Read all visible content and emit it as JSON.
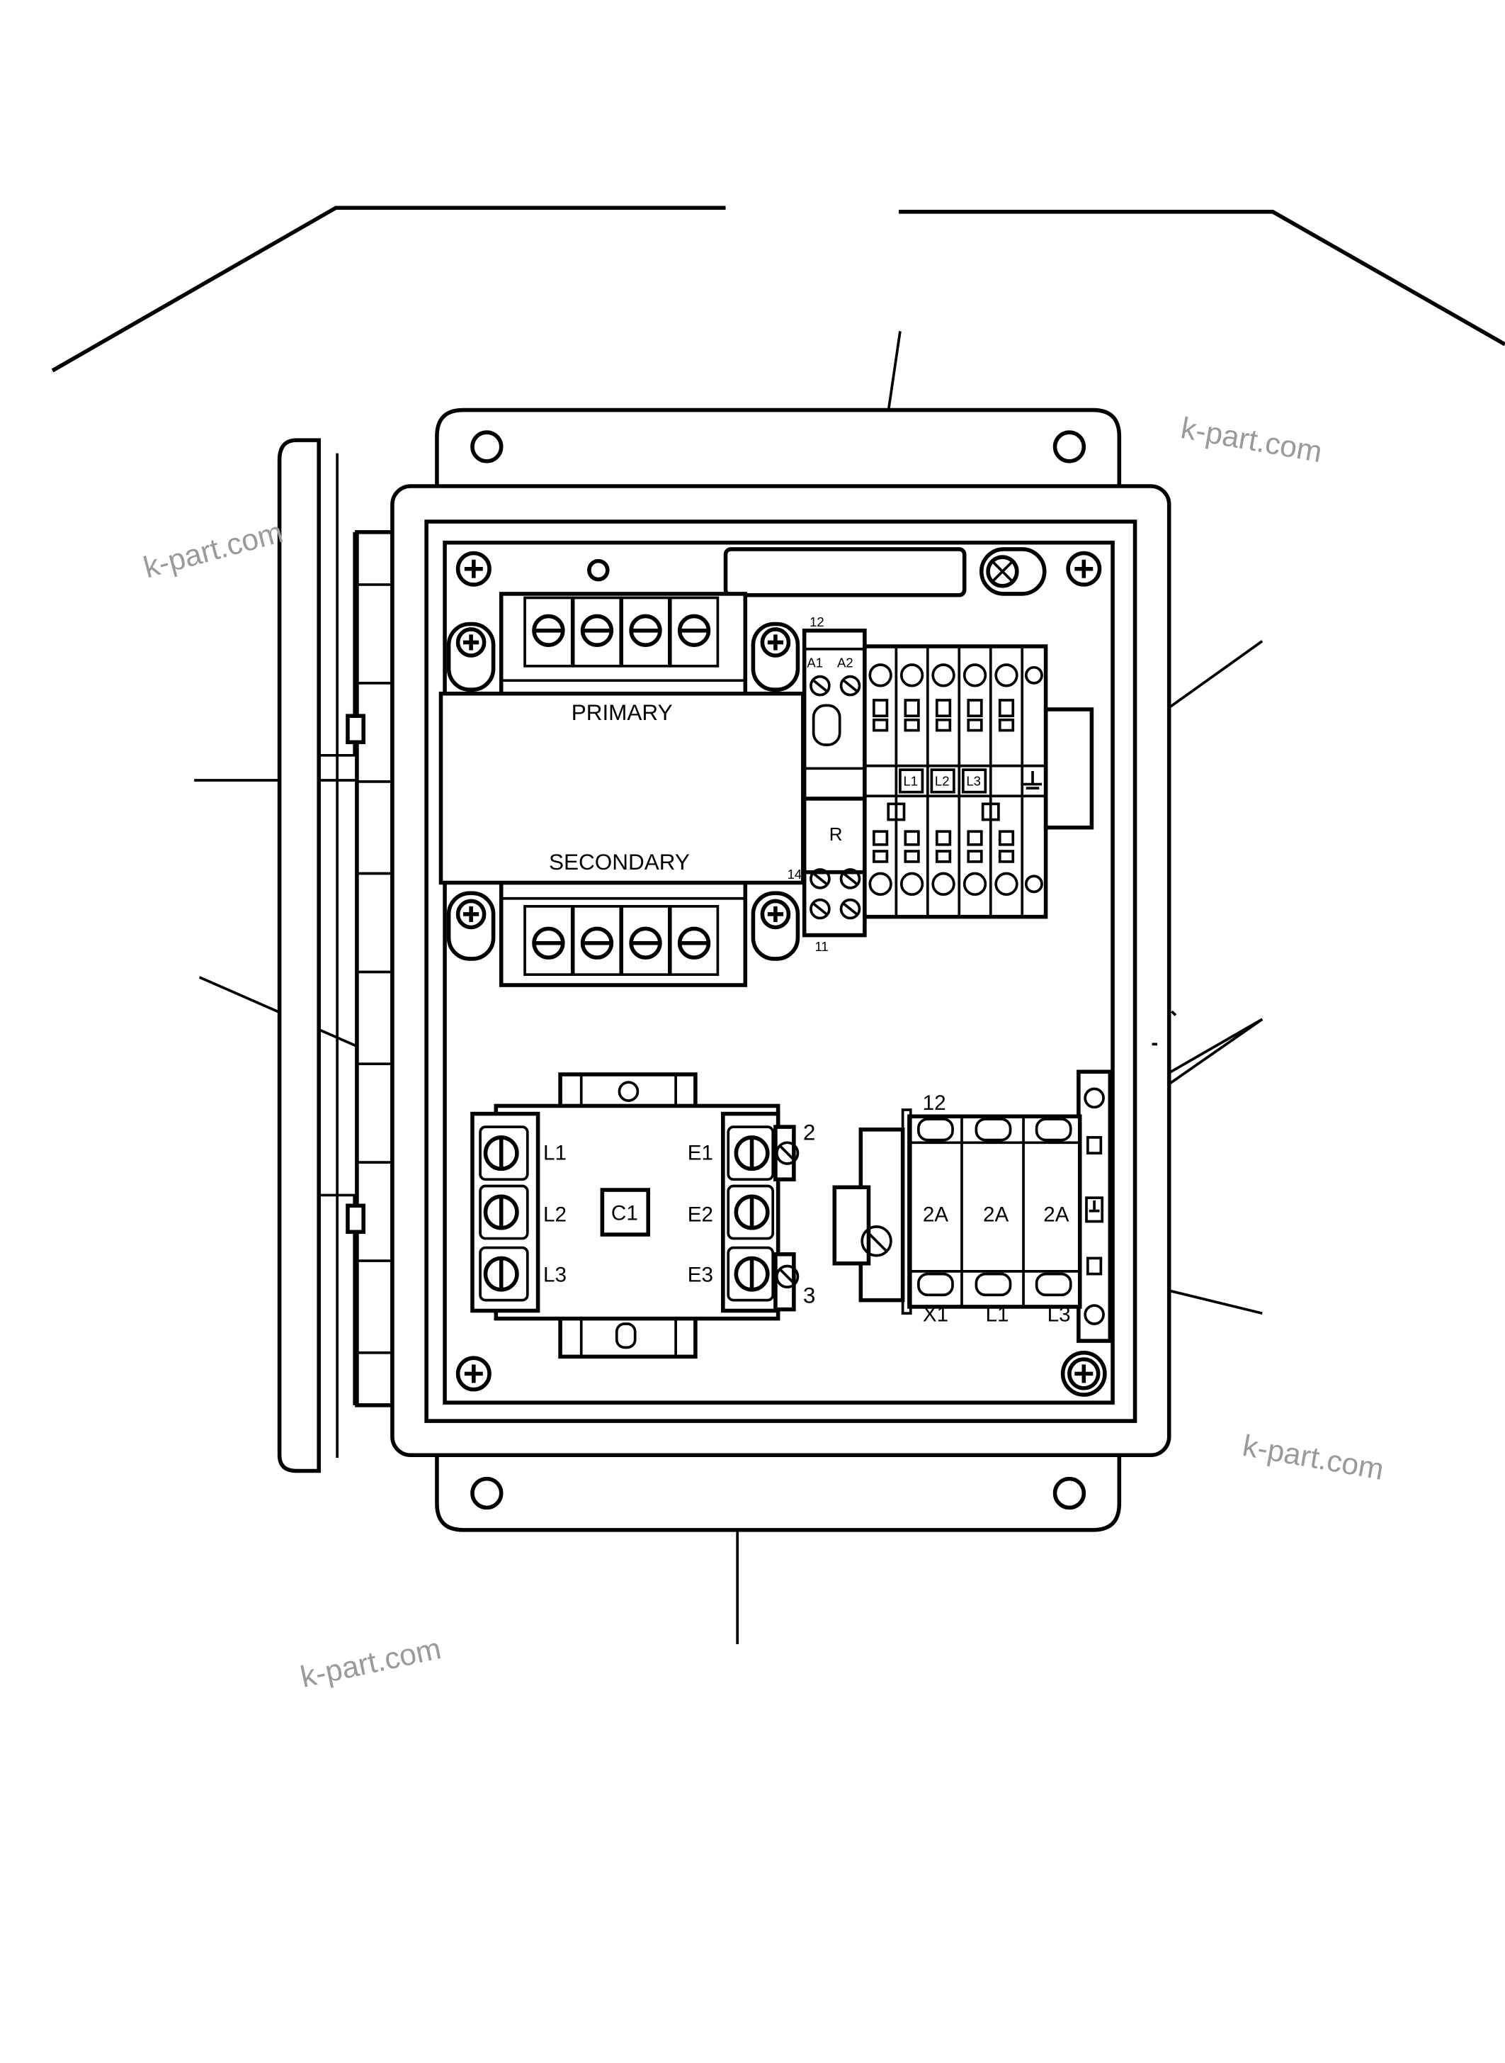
{
  "transformer": {
    "primary_label": "PRIMARY",
    "secondary_label": "SECONDARY"
  },
  "relay": {
    "term_top": "12",
    "term_a1": "A1",
    "term_a2": "A2",
    "body_label": "R",
    "term_14": "14",
    "term_11": "11"
  },
  "terminal_strip": {
    "labels": [
      "L1",
      "L2",
      "L3"
    ]
  },
  "contactor": {
    "body_label": "C1",
    "left_terms": [
      "L1",
      "L2",
      "L3"
    ],
    "right_terms": [
      "E1",
      "E2",
      "E3"
    ],
    "aux_top": "2",
    "aux_bottom": "3"
  },
  "fuse_block": {
    "top_label": "12",
    "fuse_ratings": [
      "2A",
      "2A",
      "2A"
    ],
    "bottom_labels": [
      "X1",
      "L1",
      "L3"
    ]
  },
  "watermarks": [
    "k-part.com",
    "k-part.com",
    "k-part.com",
    "k-part.com"
  ],
  "colors": {
    "line": "#000000",
    "watermark": "#9a9a9a",
    "background": "#ffffff"
  }
}
